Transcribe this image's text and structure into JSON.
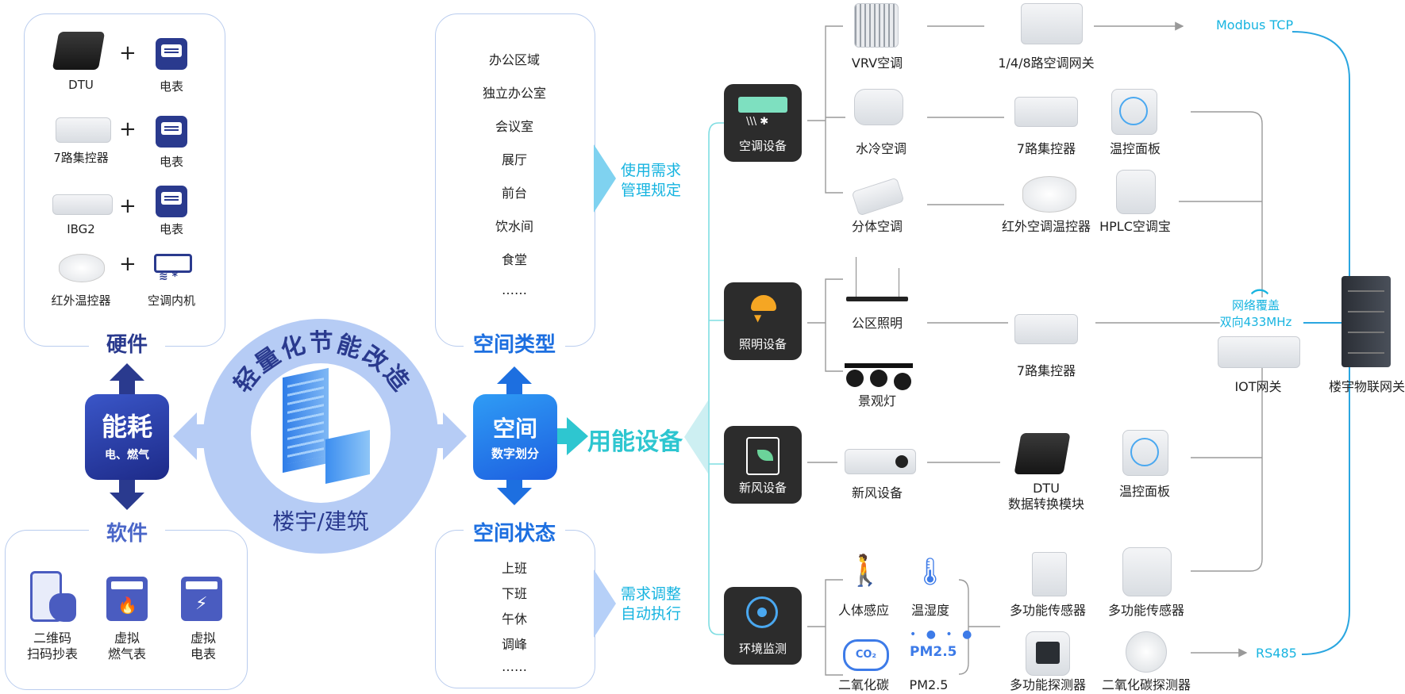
{
  "hardware": {
    "title": "硬件",
    "pairs": [
      {
        "left": "DTU",
        "plus": "+",
        "right": "电表"
      },
      {
        "left": "7路集控器",
        "plus": "+",
        "right": "电表"
      },
      {
        "left": "IBG2",
        "plus": "+",
        "right": "电表"
      },
      {
        "left": "红外温控器",
        "plus": "+",
        "right": "空调内机"
      }
    ]
  },
  "energy": {
    "title": "能耗",
    "sub": "电、燃气"
  },
  "software": {
    "title": "软件",
    "items": [
      {
        "line1": "二维码",
        "line2": "扫码抄表"
      },
      {
        "line1": "虚拟",
        "line2": "燃气表"
      },
      {
        "line1": "虚拟",
        "line2": "电表"
      }
    ]
  },
  "center": {
    "arc": "轻量化节能改造",
    "label": "楼宇/建筑"
  },
  "space": {
    "title": "空间",
    "sub": "数字划分"
  },
  "space_types": {
    "title": "空间类型",
    "items": [
      "办公区域",
      "独立办公室",
      "会议室",
      "展厅",
      "前台",
      "饮水间",
      "食堂",
      "……"
    ],
    "note1": "使用需求",
    "note2": "管理规定"
  },
  "space_states": {
    "title": "空间状态",
    "items": [
      "上班",
      "下班",
      "午休",
      "调峰",
      "……"
    ],
    "note1": "需求调整",
    "note2": "自动执行"
  },
  "energy_devices": "用能设备",
  "categories": {
    "ac": "空调设备",
    "light": "照明设备",
    "fresh": "新风设备",
    "env": "环境监测"
  },
  "ac": {
    "vrv": "VRV空调",
    "vrv_gw": "1/4/8路空调网关",
    "modbus": "Modbus TCP",
    "water": "水冷空调",
    "ctrl7": "7路集控器",
    "panel": "温控面板",
    "split": "分体空调",
    "ir": "红外空调温控器",
    "hplc": "HPLC空调宝"
  },
  "light": {
    "public": "公区照明",
    "ctrl7": "7路集控器",
    "landscape": "景观灯"
  },
  "fresh": {
    "device": "新风设备",
    "dtu1": "DTU",
    "dtu2": "数据转换模块",
    "panel": "温控面板"
  },
  "env": {
    "human": "人体感应",
    "temp": "温湿度",
    "co2": "二氧化碳",
    "pm": "PM2.5",
    "pm_icon": "PM2.5",
    "co2_icon": "CO₂",
    "sensor1": "多功能传感器",
    "sensor2": "多功能传感器",
    "detector": "多功能探测器",
    "co2det": "二氧化碳探测器",
    "rs485": "RS485"
  },
  "network": {
    "line1": "网络覆盖",
    "line2": "双向433MHz",
    "iot": "IOT网关",
    "bldg": "楼宇物联网关"
  },
  "colors": {
    "accent": "#1d6fe0",
    "navy": "#2a3a8e",
    "cyan": "#17b4e0",
    "teal": "#2ec6d0",
    "light_blue": "#b6ccf5"
  }
}
